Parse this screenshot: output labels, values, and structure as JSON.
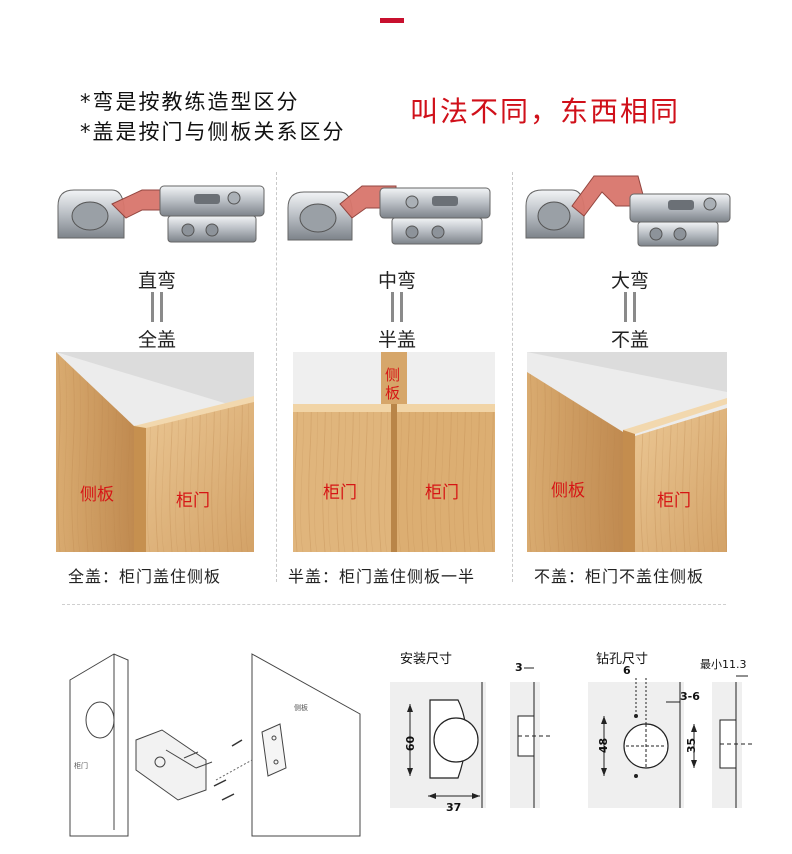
{
  "notes": [
    "*弯是按教练造型区分",
    "*盖是按门与侧板关系区分"
  ],
  "headline": "叫法不同，东西相同",
  "columns": [
    {
      "bend": "直弯",
      "cover": "全盖",
      "caption": "全盖：柜门盖住侧板",
      "left_label": "侧板",
      "right_label": "柜门"
    },
    {
      "bend": "中弯",
      "cover": "半盖",
      "caption": "半盖：柜门盖住侧板一半",
      "top_label": "侧板",
      "left_label": "柜门",
      "right_label": "柜门"
    },
    {
      "bend": "大弯",
      "cover": "不盖",
      "caption": "不盖：柜门不盖住侧板",
      "left_label": "侧板",
      "right_label": "柜门"
    }
  ],
  "diagram": {
    "door_label": "柜门",
    "side_label": "侧板"
  },
  "install": {
    "title": "安装尺寸",
    "dim_3": "3",
    "dim_60": "60",
    "dim_37": "37"
  },
  "drill": {
    "title": "钻孔尺寸",
    "dim_6": "6",
    "dim_3_6": "3-6",
    "dim_48": "48",
    "dim_35": "35",
    "min_label": "最小11.3"
  },
  "colors": {
    "accent": "#d0101a",
    "wood_light": "#e3b982",
    "wood_dark": "#c9935a",
    "hinge_highlight": "#d9766c",
    "metal": "#c8ccd0"
  },
  "icons": [
    "hinge-straight-icon",
    "hinge-medium-icon",
    "hinge-large-icon",
    "screw-icon"
  ]
}
